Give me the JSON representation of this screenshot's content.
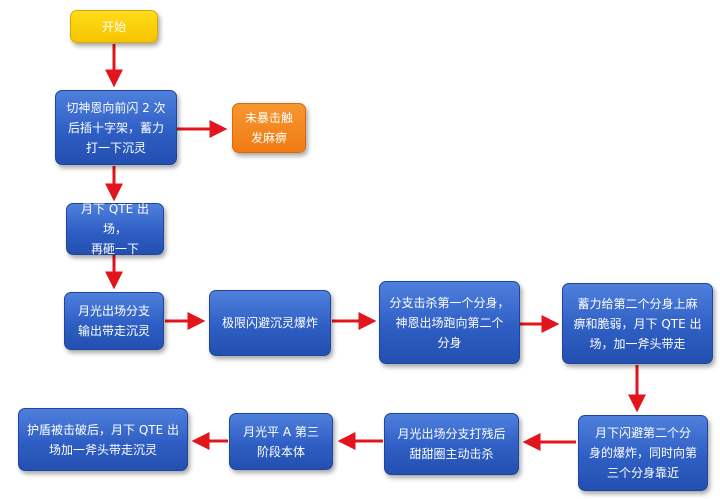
{
  "colors": {
    "start": "#f6c400",
    "action": "#2f5fc4",
    "warning": "#f07b12",
    "arrow": "#e2141c"
  },
  "nodes": {
    "start": "开始",
    "n1": "切神恩向前闪 2 次\n后插十字架，蓄力\n打一下沉灵",
    "n1_note": "未暴击触\n发麻痹",
    "n2": "月下 QTE 出场，\n再砸一下",
    "n3": "月光出场分支\n输出带走沉灵",
    "n4": "极限闪避沉灵爆炸",
    "n5": "分支击杀第一个分身，\n神恩出场跑向第二个\n分身",
    "n6": "蓄力给第二个分身上麻\n痹和脆弱，月下 QTE 出\n场，加一斧头带走",
    "n7": "月下闪避第二个分\n身的爆炸，同时向第\n三个分身靠近",
    "n8": "月光出场分支打残后\n甜甜圈主动击杀",
    "n9": "月光平 A 第三\n阶段本体",
    "n10": "护盾被击破后，月下 QTE 出\n场加一斧头带走沉灵"
  }
}
